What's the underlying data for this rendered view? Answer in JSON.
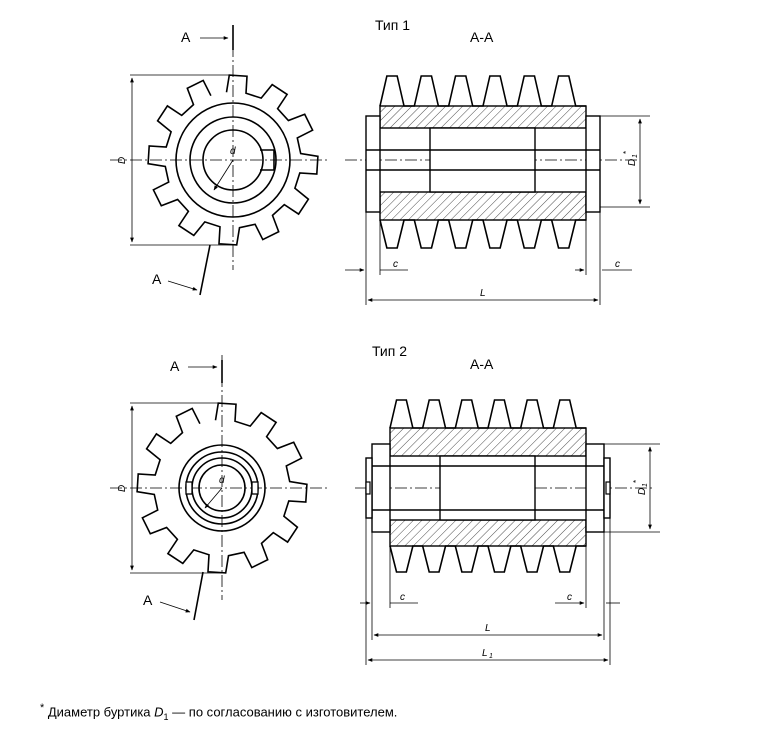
{
  "type1": {
    "title": "Тип 1",
    "section": "A-A",
    "cut_label_top": "A",
    "cut_label_bottom": "A",
    "dim_D": "D",
    "dim_d": "d",
    "dim_D1": "D",
    "dim_D1_sub": "1",
    "dim_D1_star": "*",
    "dim_c_left": "c",
    "dim_c_right": "c",
    "dim_L": "L"
  },
  "type2": {
    "title": "Тип 2",
    "section": "A-A",
    "cut_label_top": "A",
    "cut_label_bottom": "A",
    "dim_D": "D",
    "dim_d": "d",
    "dim_D1": "D",
    "dim_D1_sub": "1",
    "dim_D1_star": "*",
    "dim_c_left": "c",
    "dim_c_right": "c",
    "dim_L": "L",
    "dim_L1": "L",
    "dim_L1_sub": "1"
  },
  "footnote": {
    "star": "*",
    "text_before": " Диаметр буртика ",
    "symbol": "D",
    "symbol_sub": "1",
    "text_after": " — по согласованию с изготовителем."
  }
}
